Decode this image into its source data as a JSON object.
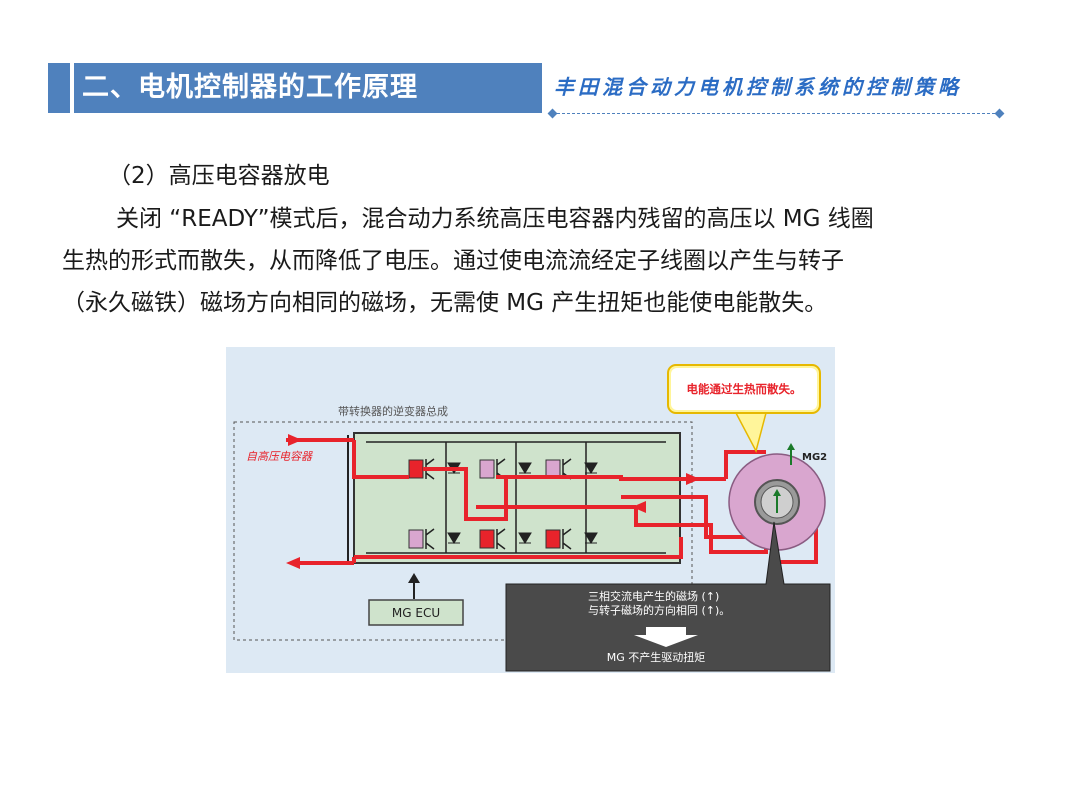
{
  "header": {
    "section_title": "二、电机控制器的工作原理",
    "subtitle": "丰田混合动力电机控制系统的控制策略"
  },
  "body": {
    "heading": "（2）高压电容器放电",
    "lines": [
      "关闭 “READY”模式后，混合动力系统高压电容器内残留的高压以 MG 线圈",
      "生热的形式而散失，从而降低了电压。通过使电流流经定子线圈以产生与转子",
      "（永久磁铁）磁场方向相同的磁场，无需使 MG 产生扭矩也能使电能散失。"
    ]
  },
  "diagram": {
    "callout": "电能通过生热而散失。",
    "inverter_label": "带转换器的逆变器总成",
    "from_capacitor": "自高压电容器",
    "mg_label": "MG2",
    "ecu_label": "MG ECU",
    "info_line1": "三相交流电产生的磁场 (↑)",
    "info_line2": "与转子磁场的方向相同 (↑)。",
    "info_result": "MG 不产生驱动扭矩",
    "colors": {
      "background": "#dde9f4",
      "current_arrow": "#e8232b",
      "inverter_panel": "#cfe3cc",
      "motor_ring": "#d9a6cf",
      "info_box": "#4a4a4a",
      "header_blue": "#4f81bd"
    }
  }
}
